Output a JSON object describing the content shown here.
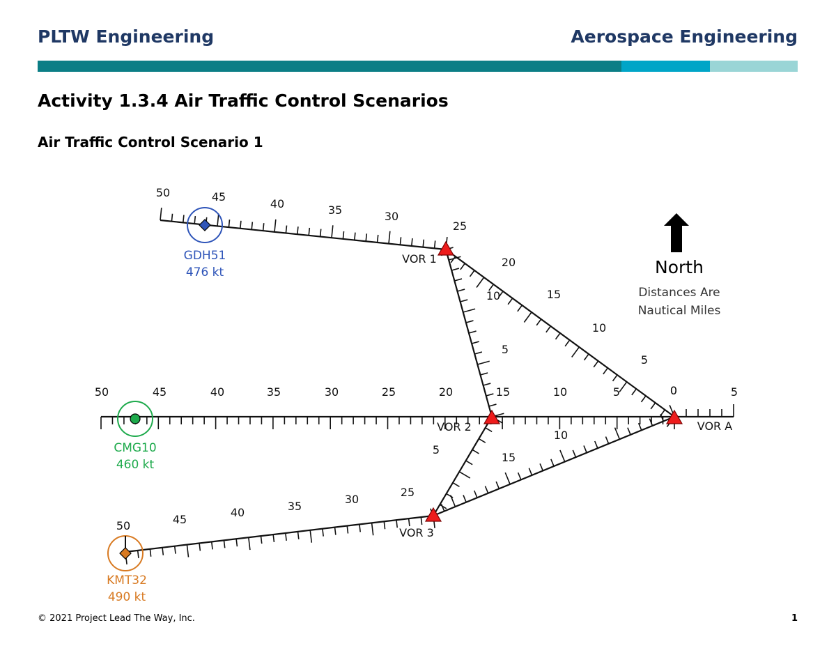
{
  "header": {
    "left": "PLTW Engineering",
    "right": "Aerospace Engineering",
    "bar_colors": [
      "#0b7e86",
      "#00a5c7",
      "#9ad5d6"
    ]
  },
  "title": "Activity 1.3.4 Air Traffic Control Scenarios",
  "subtitle": "Air Traffic Control Scenario 1",
  "diagram": {
    "north_label": "North",
    "distance_note": [
      "Distances Are",
      "Nautical Miles"
    ],
    "stations": [
      {
        "id": "vor1",
        "label": "VOR 1"
      },
      {
        "id": "vor2",
        "label": "VOR 2"
      },
      {
        "id": "vor3",
        "label": "VOR 3"
      },
      {
        "id": "vora",
        "label": "VOR A"
      }
    ],
    "scales": [
      {
        "id": "s-vor1-west",
        "labels": [
          "25",
          "30",
          "35",
          "40",
          "45",
          "50"
        ]
      },
      {
        "id": "s-vor1-vora",
        "labels": [
          "0",
          "5",
          "10",
          "15",
          "20"
        ]
      },
      {
        "id": "s-vor1-vor2",
        "labels": [
          "5",
          "10"
        ]
      },
      {
        "id": "s-main",
        "labels": [
          "5",
          "0",
          "5",
          "10",
          "15",
          "20",
          "25",
          "30",
          "35",
          "40",
          "45",
          "50"
        ]
      },
      {
        "id": "s-vor2-vor3",
        "labels": [
          "5"
        ]
      },
      {
        "id": "s-vor3-vora",
        "labels": [
          "10",
          "15"
        ]
      },
      {
        "id": "s-vor3-west",
        "labels": [
          "25",
          "30",
          "35",
          "40",
          "45",
          "50"
        ]
      }
    ],
    "aircraft": [
      {
        "id": "gdh51",
        "callsign": "GDH51",
        "speed": "476 kt",
        "color": "#2f55b9",
        "marker": "diamond"
      },
      {
        "id": "cmg10",
        "callsign": "CMG10",
        "speed": "460 kt",
        "color": "#1eaa4c",
        "marker": "circle"
      },
      {
        "id": "kmt32",
        "callsign": "KMT32",
        "speed": "490 kt",
        "color": "#d87a22",
        "marker": "diamond"
      }
    ],
    "station_color": "#ee1c1c"
  },
  "footer": {
    "copyright": "© 2021 Project Lead The Way, Inc.",
    "page_number": "1"
  }
}
